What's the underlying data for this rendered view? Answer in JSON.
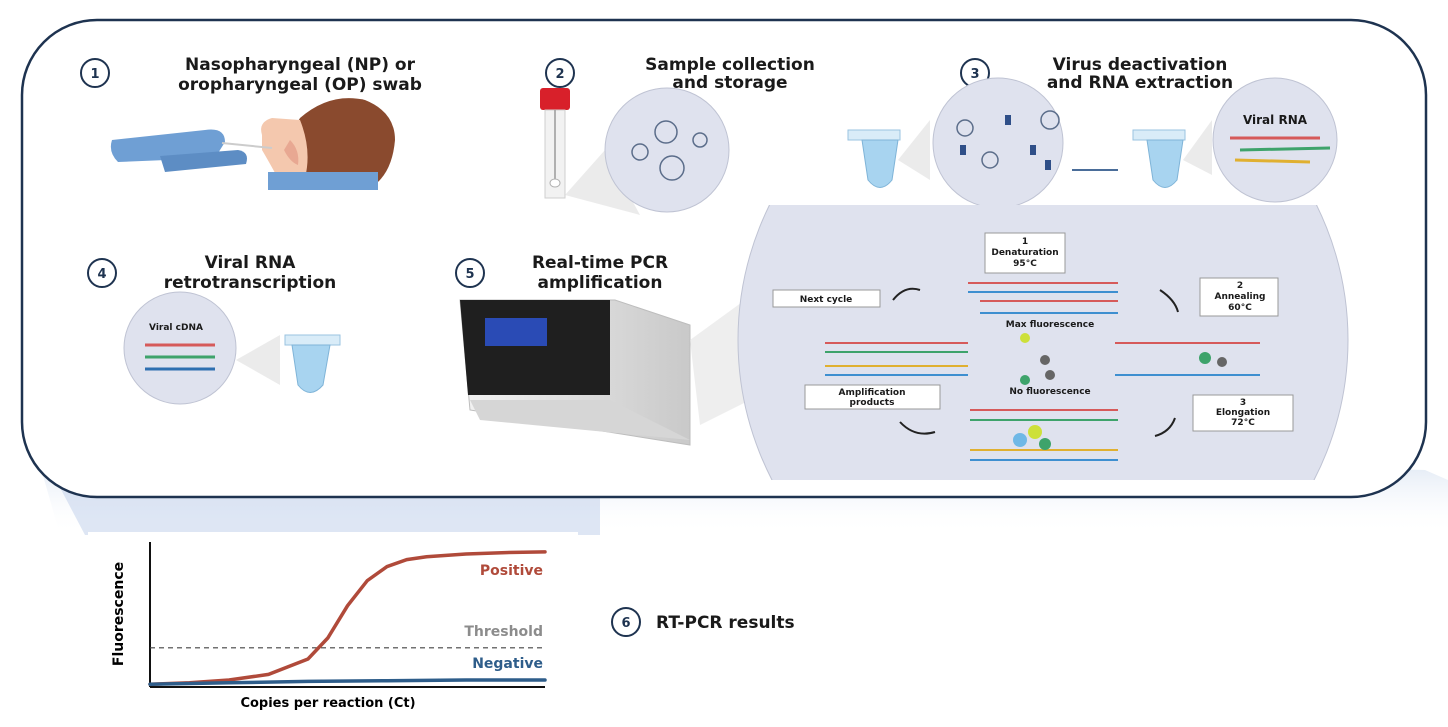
{
  "steps": [
    {
      "num": "1",
      "title_lines": [
        "Nasopharyngeal (NP) or",
        "oropharyngeal (OP) swab"
      ]
    },
    {
      "num": "2",
      "title_lines": [
        "Sample collection",
        "and storage"
      ]
    },
    {
      "num": "3",
      "title_lines": [
        "Virus deactivation",
        "and RNA extraction"
      ]
    },
    {
      "num": "4",
      "title_lines": [
        "Viral RNA",
        "retrotranscription"
      ]
    },
    {
      "num": "5",
      "title_lines": [
        "Real-time PCR",
        "amplification"
      ]
    },
    {
      "num": "6",
      "title_lines": [
        "RT-PCR results"
      ]
    }
  ],
  "labels": {
    "viral_rna": "Viral RNA",
    "viral_cdna": "Viral cDNA"
  },
  "pcr_cycle": {
    "denaturation": {
      "num": "1",
      "name": "Denaturation",
      "temp": "95°C"
    },
    "annealing": {
      "num": "2",
      "name": "Annealing",
      "temp": "60°C"
    },
    "elongation": {
      "num": "3",
      "name": "Elongation",
      "temp": "72°C"
    },
    "next_cycle": "Next cycle",
    "amplification_products": [
      "Amplification",
      "products"
    ],
    "max_fluorescence": "Max fluorescence",
    "no_fluorescence": "No fluorescence"
  },
  "chart_data": {
    "type": "line",
    "xlabel": "Copies per reaction (Ct)",
    "ylabel": "Fluorescence",
    "threshold_label": "Threshold",
    "threshold": 0.28,
    "xlim": [
      0,
      1
    ],
    "ylim": [
      0,
      1
    ],
    "series": [
      {
        "name": "Positive",
        "color": "#b04a3a",
        "x": [
          0,
          0.1,
          0.2,
          0.3,
          0.4,
          0.45,
          0.5,
          0.55,
          0.6,
          0.65,
          0.7,
          0.8,
          0.9,
          1.0
        ],
        "y": [
          0.02,
          0.03,
          0.05,
          0.09,
          0.2,
          0.35,
          0.58,
          0.76,
          0.86,
          0.91,
          0.93,
          0.95,
          0.96,
          0.965
        ]
      },
      {
        "name": "Negative",
        "color": "#2e5d8a",
        "x": [
          0,
          0.2,
          0.4,
          0.6,
          0.8,
          1.0
        ],
        "y": [
          0.02,
          0.03,
          0.04,
          0.045,
          0.05,
          0.05
        ]
      }
    ]
  },
  "colors": {
    "panel_border": "#1e3350",
    "circle_fill": "#dfe2ee",
    "tube_blue": "#a8d4f0",
    "cap_red": "#d8202a",
    "glove_blue": "#6f9fd4",
    "hair_brown": "#8a4a2e",
    "skin": "#f4c8ae"
  }
}
